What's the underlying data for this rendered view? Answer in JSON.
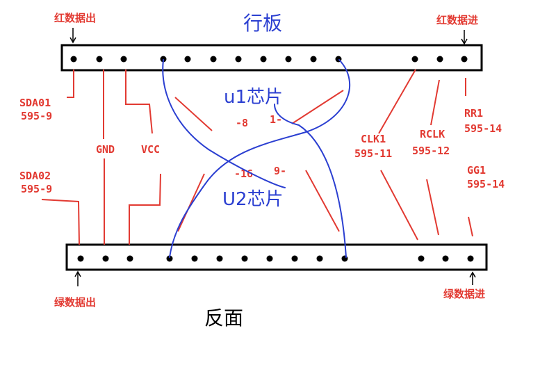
{
  "title": "行板",
  "bottom_title": "反面",
  "colors": {
    "red": "#e23a32",
    "blue": "#2b3fd1",
    "black": "#000000"
  },
  "labels": {
    "top_left_arrow": "红数据出",
    "top_right_arrow": "红数据进",
    "bottom_left_arrow": "绿数据出",
    "bottom_right_arrow": "绿数据进",
    "sda01": "SDA01",
    "sda01_pin": "595-9",
    "sda02": "SDA02",
    "sda02_pin": "595-9",
    "gnd": "GND",
    "vcc": "VCC",
    "clk": "CLK1",
    "clk_pin": "595-11",
    "rclk": "RCLK",
    "rclk_pin": "595-12",
    "rr1": "RR1",
    "rr1_pin": "595-14",
    "gg1": "GG1",
    "gg1_pin": "595-14",
    "u1": "u1芯片",
    "u2": "U2芯片",
    "u1_pin8": "8",
    "u1_pin1": "1",
    "u2_pin16": "16",
    "u2_pin9": "9"
  },
  "top_header_pins": 14,
  "bottom_header_pins": 14
}
